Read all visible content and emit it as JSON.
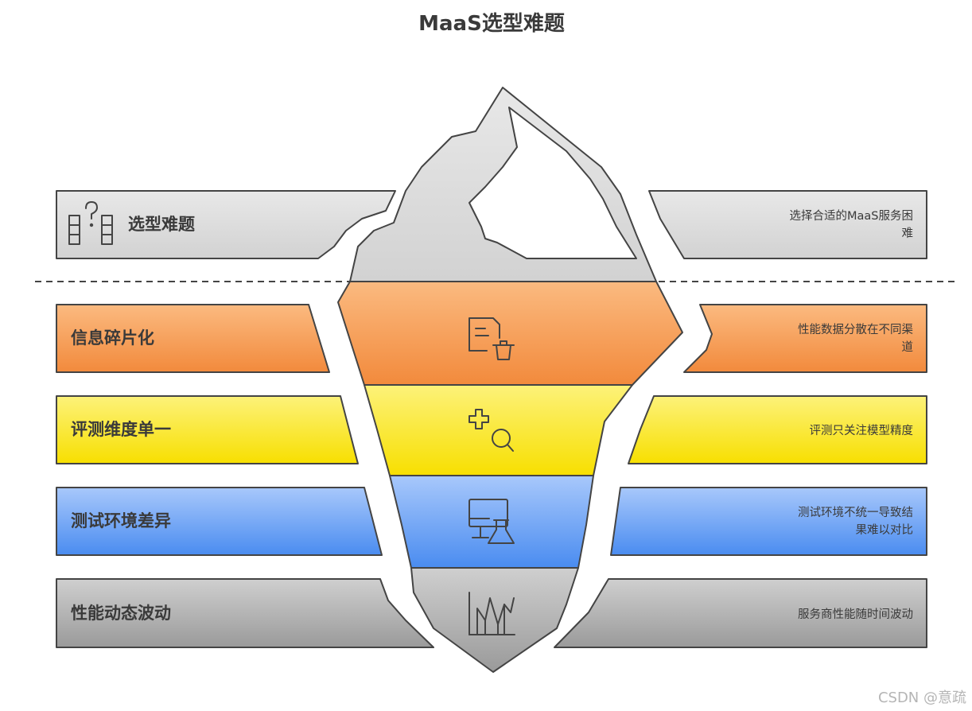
{
  "title": "MaaS选型难题",
  "layers": [
    {
      "label": "选型难题",
      "description_lines": [
        "选择合适的MaaS服务困",
        "难"
      ],
      "icon": "question-blocks-icon",
      "color": "#dcdcdc"
    },
    {
      "label": "信息碎片化",
      "description_lines": [
        "性能数据分散在不同渠",
        "道"
      ],
      "icon": "document-trash-icon",
      "color": "#f6a05a"
    },
    {
      "label": "评测维度单一",
      "description_lines": [
        "评测只关注模型精度"
      ],
      "icon": "plus-search-icon",
      "color": "#fbe83a"
    },
    {
      "label": "测试环境差异",
      "description_lines": [
        "测试环境不统一导致结",
        "果难以对比"
      ],
      "icon": "monitor-flask-icon",
      "color": "#7fb0f5"
    },
    {
      "label": "性能动态波动",
      "description_lines": [
        "服务商性能随时间波动"
      ],
      "icon": "fluctuation-chart-icon",
      "color": "#b5b5b5"
    }
  ],
  "watermark": "CSDN @意疏"
}
